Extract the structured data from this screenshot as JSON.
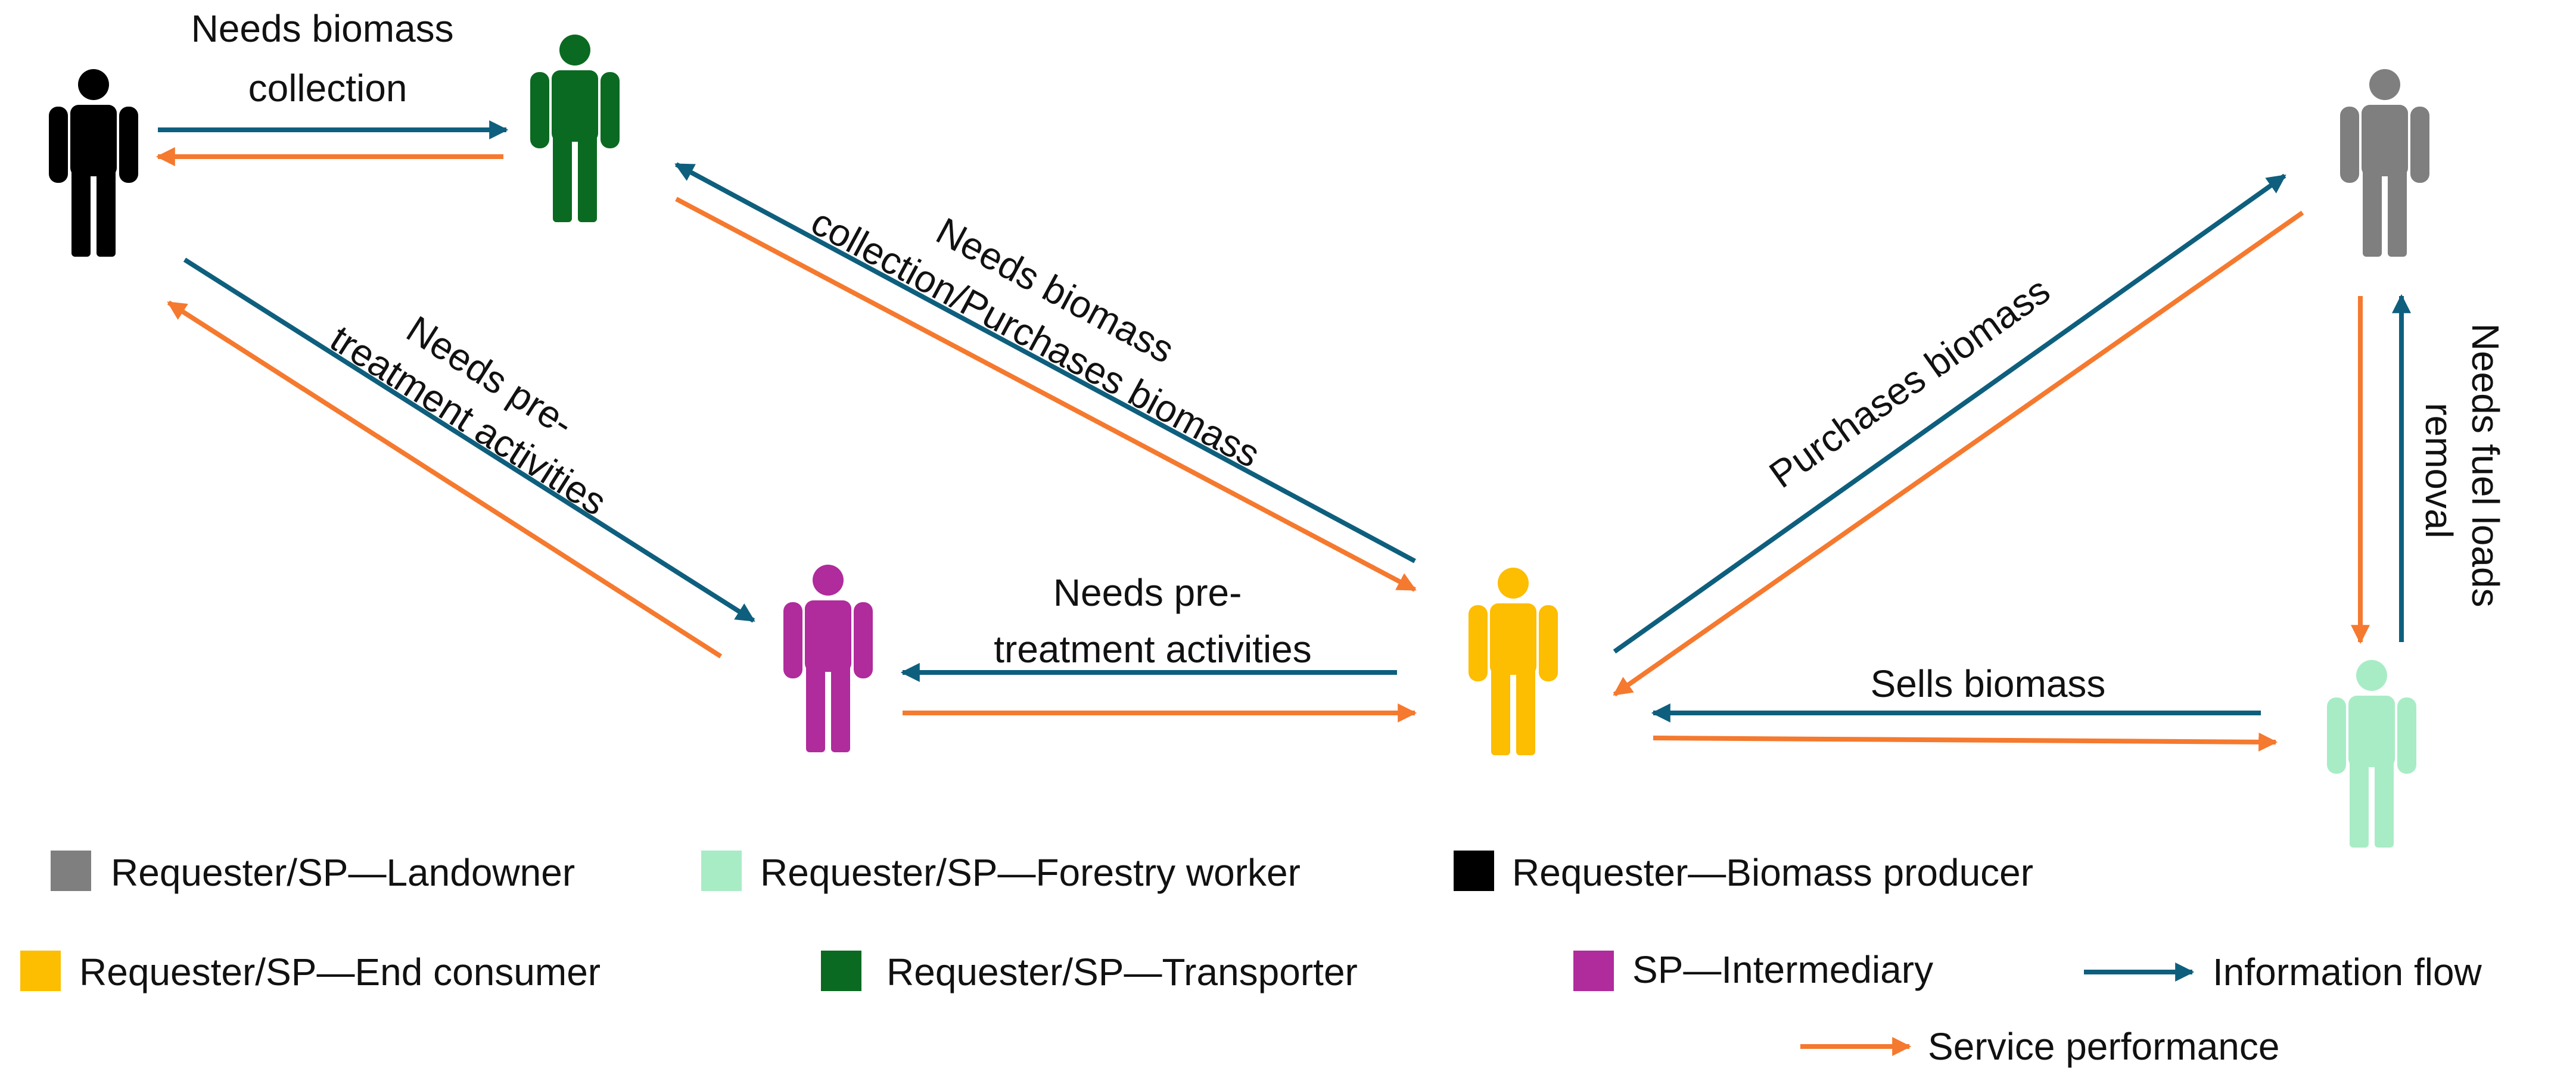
{
  "colors": {
    "information_flow": "#0e5f7d",
    "service_performance": "#f5792e",
    "landowner": "#7f7f7f",
    "forestry_worker": "#a8ecc6",
    "biomass_producer": "#000000",
    "end_consumer": "#fdbd00",
    "transporter": "#0b6a21",
    "intermediary": "#b02b9c"
  },
  "figures": [
    {
      "role": "biomass_producer",
      "color": "#000000"
    },
    {
      "role": "transporter",
      "color": "#0b6a21"
    },
    {
      "role": "landowner",
      "color": "#7f7f7f"
    },
    {
      "role": "intermediary",
      "color": "#b02b9c"
    },
    {
      "role": "end_consumer",
      "color": "#fdbd00"
    },
    {
      "role": "forestry_worker",
      "color": "#a8ecc6"
    }
  ],
  "labels": {
    "producer_transporter": [
      "Needs biomass",
      "collection"
    ],
    "transporter_consumer": [
      "Needs biomass",
      "collection/Purchases biomass"
    ],
    "producer_intermediary": [
      "Needs pre-",
      "treatment activities"
    ],
    "consumer_intermediary": [
      "Needs pre-",
      "treatment activities"
    ],
    "consumer_landowner": "Purchases biomass",
    "worker_consumer": "Sells biomass",
    "landowner_worker": [
      "Needs fuel loads",
      "removal"
    ]
  },
  "legend": {
    "landowner": "Requester/SP—Landowner",
    "forestry_worker": "Requester/SP—Forestry worker",
    "biomass_producer": "Requester—Biomass producer",
    "end_consumer": "Requester/SP—End consumer",
    "transporter": "Requester/SP—Transporter",
    "intermediary": "SP—Intermediary",
    "information_flow": "Information flow",
    "service_performance": "Service performance"
  }
}
